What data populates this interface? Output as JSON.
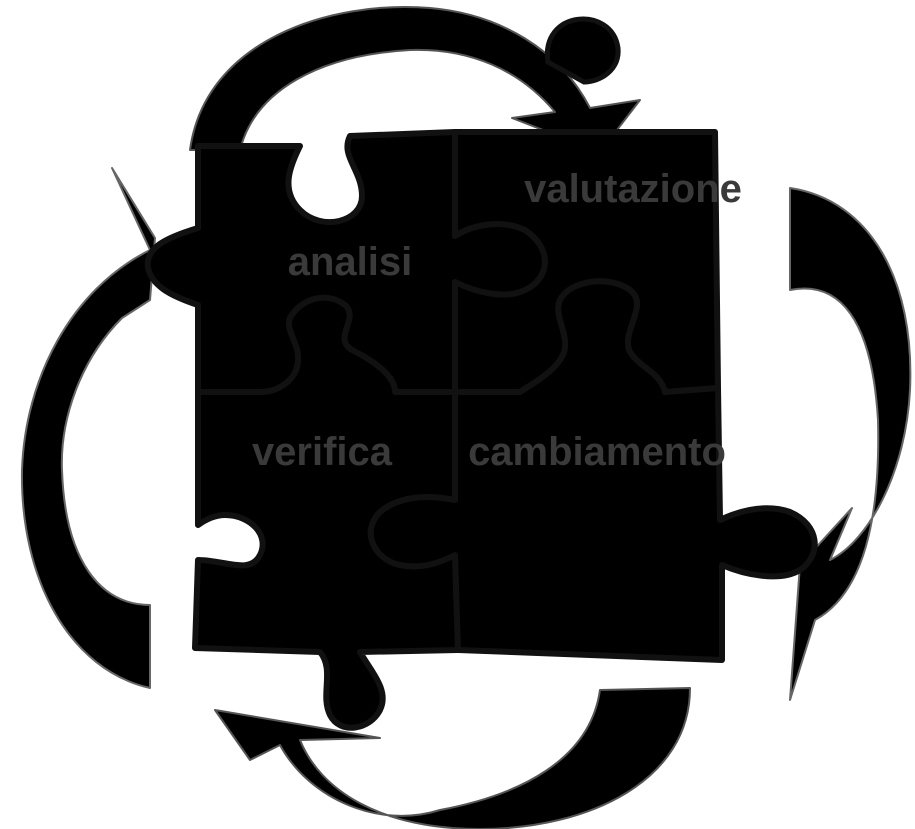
{
  "diagram": {
    "pieces": [
      {
        "id": "analisi",
        "label": "analisi",
        "color": "#c8c8fa"
      },
      {
        "id": "valutazione",
        "label": "valutazione",
        "color": "#fab57e"
      },
      {
        "id": "verifica",
        "label": "verifica",
        "color": "#d6e6b0"
      },
      {
        "id": "cambiamento",
        "label": "cambiamento",
        "color": "#fdfdc8"
      }
    ],
    "arrows": [
      {
        "id": "top",
        "color": "#6e6e6e"
      },
      {
        "id": "right",
        "color": "#c4c4c4"
      },
      {
        "id": "bottom",
        "color": "#6e6e6e"
      },
      {
        "id": "left",
        "color": "#c4c4c4"
      }
    ]
  }
}
